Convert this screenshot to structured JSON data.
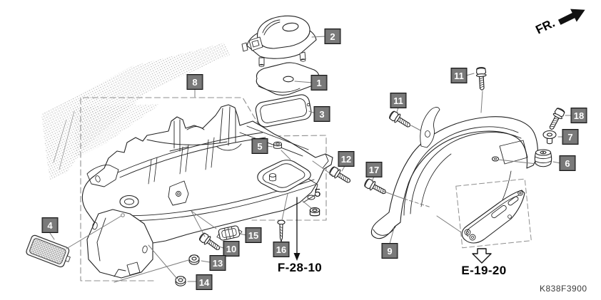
{
  "diagram_code": "K838F3900",
  "direction_indicator": "FR.",
  "references": {
    "ref_f": "F-28-10",
    "ref_e": "E-19-20"
  },
  "callouts": {
    "part1": "1",
    "part2": "2",
    "part3": "3",
    "part4": "4",
    "part5": "5",
    "part5_plain": "5",
    "part6": "6",
    "part7": "7",
    "part8": "8",
    "part9": "9",
    "part10": "10",
    "part11_top": "11",
    "part11_left": "11",
    "part12": "12",
    "part13": "13",
    "part14": "14",
    "part15": "15",
    "part16": "16",
    "part17": "17",
    "part18": "18"
  },
  "colors": {
    "callout_bg": "#7a7a7a",
    "callout_border": "#141414",
    "callout_text": "#ffffff",
    "line_art": "#222222",
    "leader": "#7d7d7d",
    "stipple": "#b0b0b0",
    "background": "#ffffff"
  }
}
